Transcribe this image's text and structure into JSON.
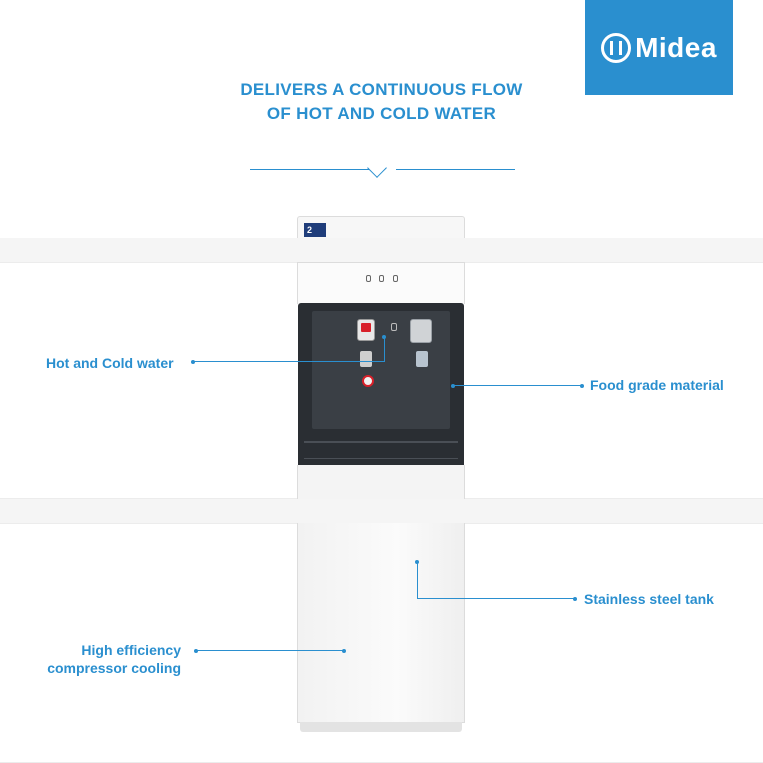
{
  "brand": {
    "name": "Midea",
    "color": "#2a8fcf"
  },
  "headline": {
    "line1": "DELIVERS A CONTINUOUS FLOW",
    "line2": "OF HOT AND COLD WATER"
  },
  "product": {
    "warranty_badge": "2",
    "tap_icons": [
      "hot-tap-icon",
      "lock-icon",
      "cold-tap-icon"
    ]
  },
  "callouts": {
    "hot_cold": "Hot and Cold water",
    "food_grade": "Food grade material",
    "steel_tank": "Stainless steel tank",
    "compressor_line1": "High efficiency",
    "compressor_line2": "compressor cooling"
  }
}
